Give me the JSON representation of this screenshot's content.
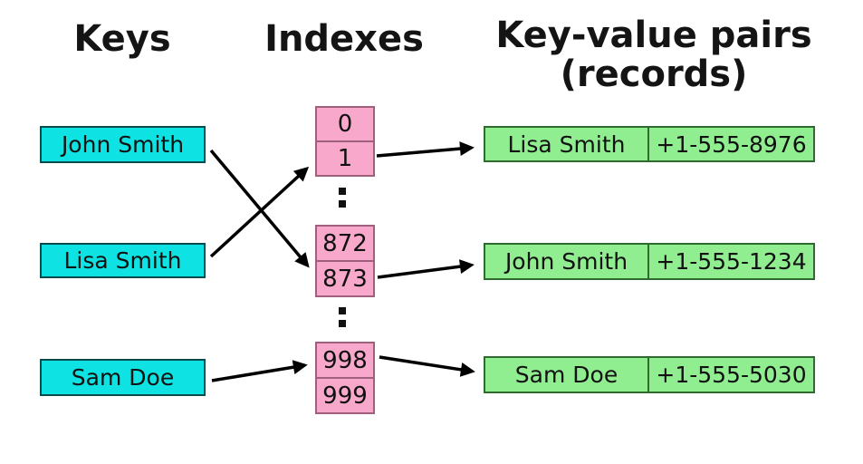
{
  "title_headers": {
    "keys": "Keys",
    "indexes": "Indexes",
    "records_line1": "Key-value pairs",
    "records_line2": "(records)"
  },
  "keys": [
    {
      "label": "John Smith"
    },
    {
      "label": "Lisa Smith"
    },
    {
      "label": "Sam Doe"
    }
  ],
  "index_groups": [
    {
      "cells": [
        "0",
        "1"
      ]
    },
    {
      "cells": [
        "872",
        "873"
      ]
    },
    {
      "cells": [
        "998",
        "999"
      ]
    }
  ],
  "records": [
    {
      "name": "Lisa Smith",
      "phone": "+1-555-8976"
    },
    {
      "name": "John Smith",
      "phone": "+1-555-1234"
    },
    {
      "name": "Sam Doe",
      "phone": "+1-555-5030"
    }
  ],
  "mappings": {
    "key_to_index": [
      {
        "key": "John Smith",
        "index": "873"
      },
      {
        "key": "Lisa Smith",
        "index": "1"
      },
      {
        "key": "Sam Doe",
        "index": "998"
      }
    ],
    "index_to_record": [
      {
        "index": "1",
        "record": "Lisa Smith"
      },
      {
        "index": "873",
        "record": "John Smith"
      },
      {
        "index": "998",
        "record": "Sam Doe"
      }
    ]
  },
  "colors": {
    "key_fill": "#0ee2e2",
    "key_border": "#0a4a4a",
    "index_fill": "#f8a8ca",
    "index_border": "#a05f7d",
    "record_fill": "#90ee90",
    "record_border": "#2f6b2f",
    "arrow": "#000000"
  }
}
